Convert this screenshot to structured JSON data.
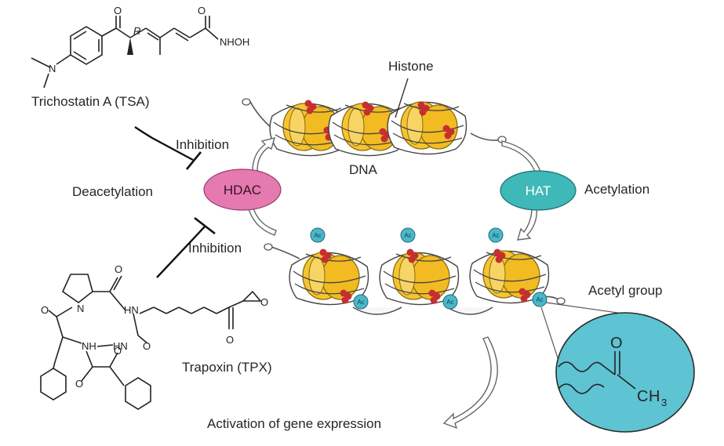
{
  "compounds": {
    "tsa": {
      "name": "Trichostatin A (TSA)",
      "atoms": {
        "o": "O",
        "r": "R",
        "n": "N",
        "nhoh": "NHOH"
      }
    },
    "tpx": {
      "name": "Trapoxin (TPX)",
      "atoms": {
        "n": "N",
        "nh": "NH",
        "hn": "HN",
        "o": "O"
      }
    }
  },
  "labels": {
    "histone": "Histone",
    "dna": "DNA",
    "inhibition_top": "Inhibition",
    "inhibition_bottom": "Inhibition",
    "deacetylation": "Deacetylation",
    "acetylation": "Acetylation",
    "acetyl_group": "Acetyl group",
    "activation": "Activation of gene expression"
  },
  "enzymes": {
    "hdac": {
      "label": "HDAC",
      "color": "#e57ab0"
    },
    "hat": {
      "label": "HAT",
      "color": "#3fb8b8"
    }
  },
  "marks": {
    "acetyl": "Ac"
  },
  "acetyl_structure": {
    "o": "O",
    "c": "C",
    "h": "H",
    "sub3": "3"
  },
  "colors": {
    "histone_core": "#f5c531",
    "histone_tail": "#c62f2f",
    "acetyl_circle": "#4bb7c9",
    "inset": "#5ec3d3"
  }
}
